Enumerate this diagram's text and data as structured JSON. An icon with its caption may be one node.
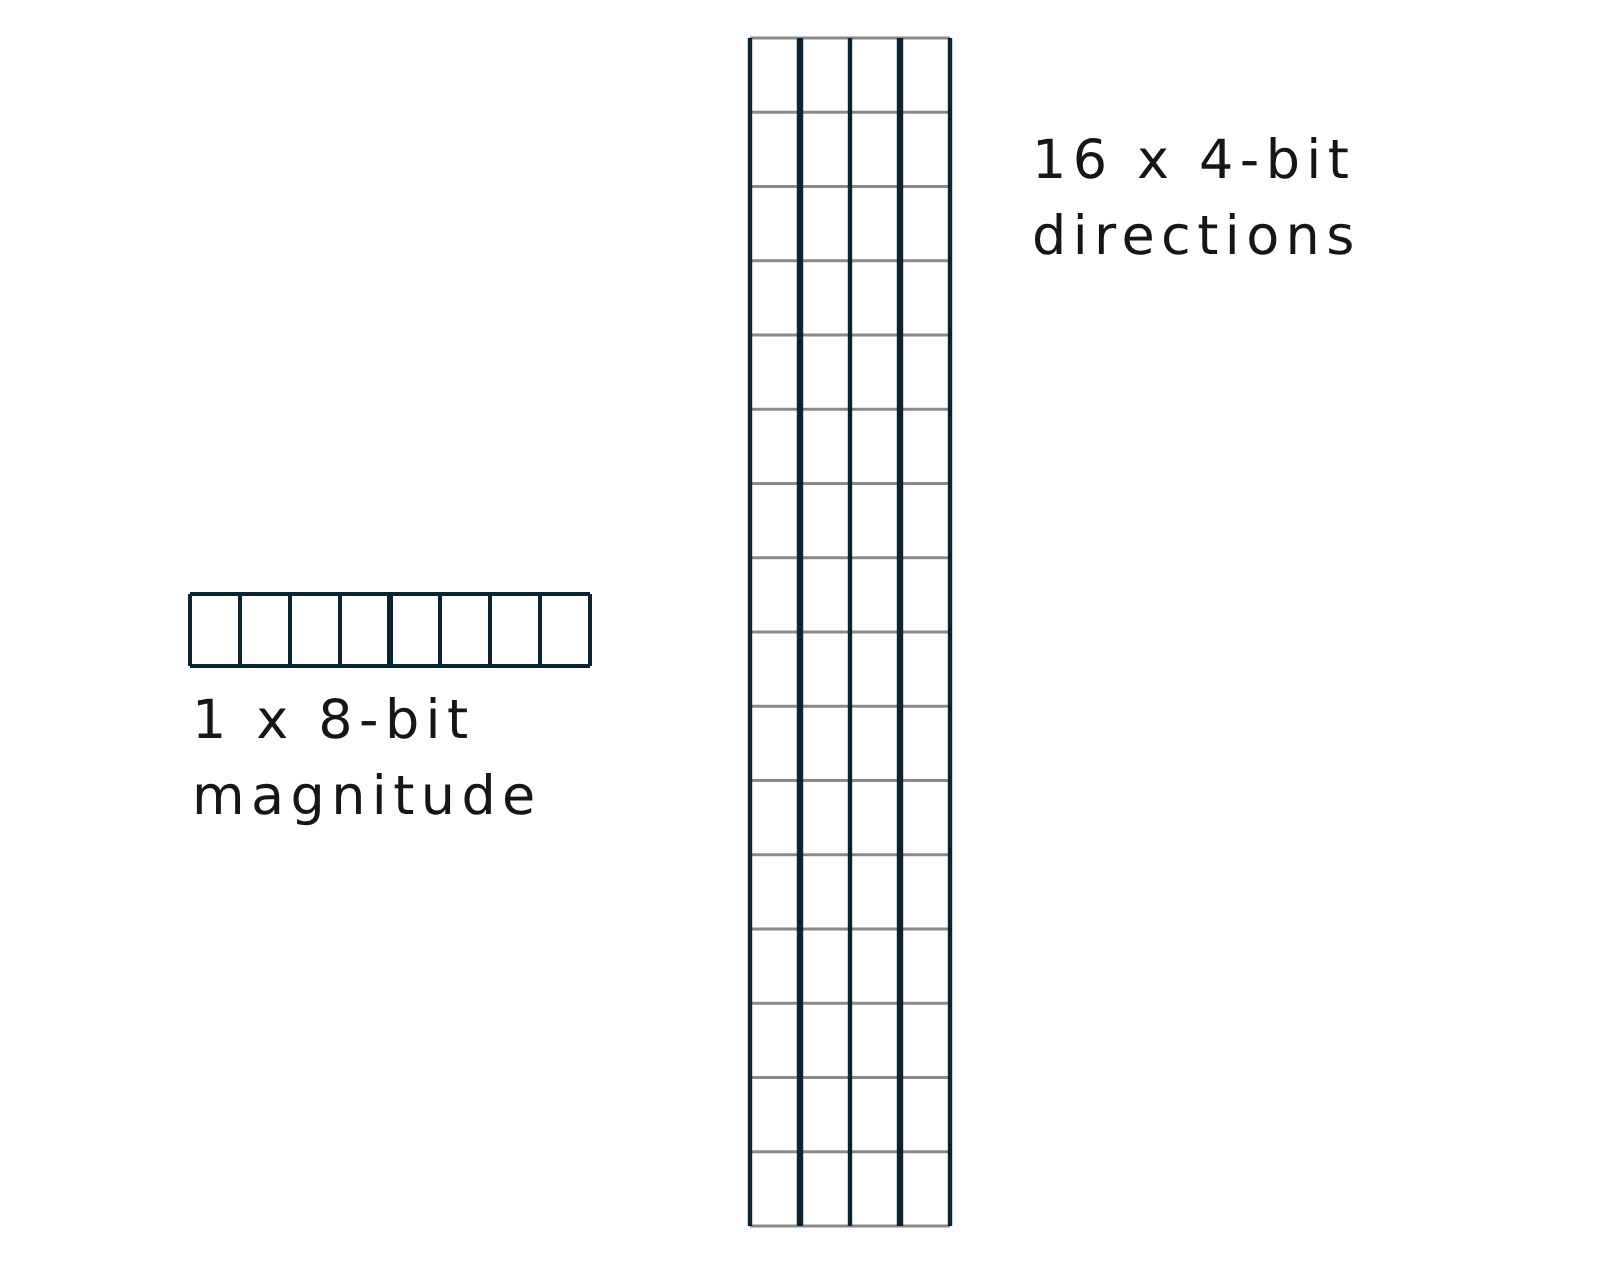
{
  "diagram": {
    "nodes": [
      {
        "text": [],
        "shape": "bar",
        "beside": [
          "1 x 8-bit magnitude"
        ]
      },
      {
        "text": [],
        "shape": "box",
        "beside": [
          "16 x 4-bit directions"
        ]
      }
    ]
  }
}
